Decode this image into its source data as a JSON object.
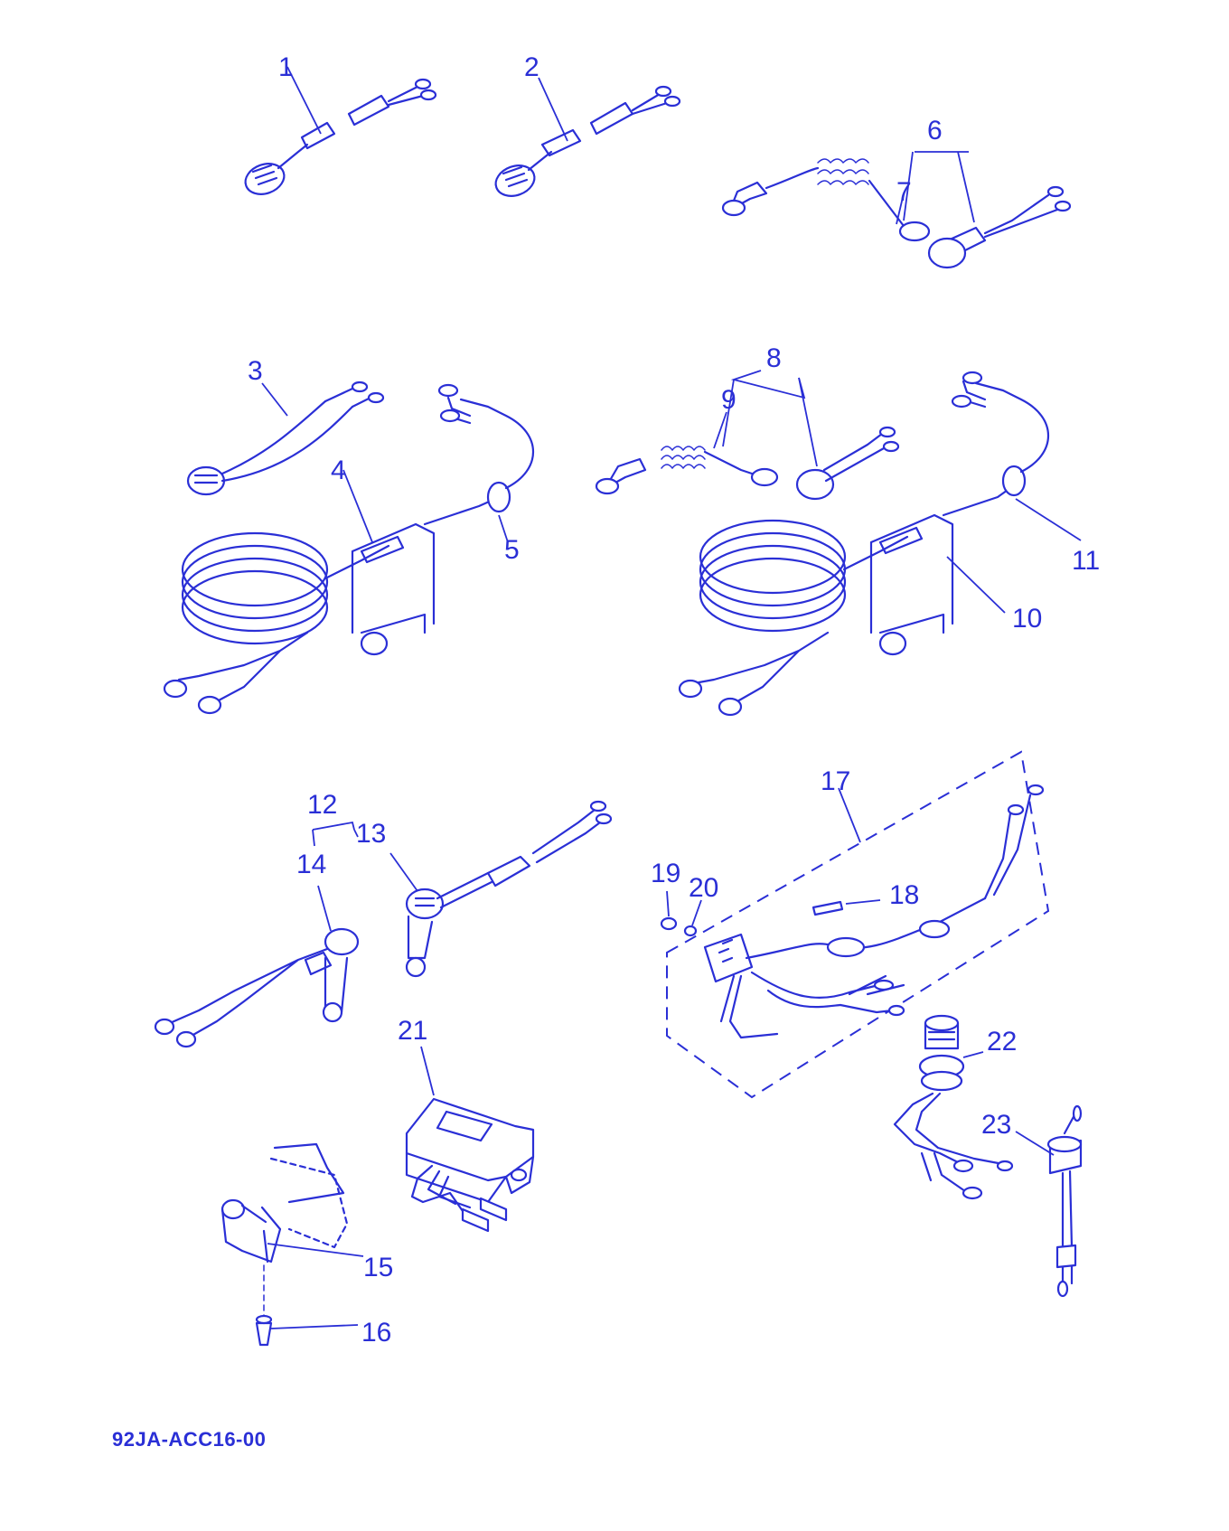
{
  "callouts": [
    "1",
    "2",
    "3",
    "4",
    "5",
    "6",
    "7",
    "8",
    "9",
    "10",
    "11",
    "12",
    "13",
    "14",
    "15",
    "16",
    "17",
    "18",
    "19",
    "20",
    "21",
    "22",
    "23"
  ],
  "document_code": "92JA-ACC16-00",
  "colors": {
    "ink": "#2a2fd6",
    "background": "#ffffff"
  }
}
